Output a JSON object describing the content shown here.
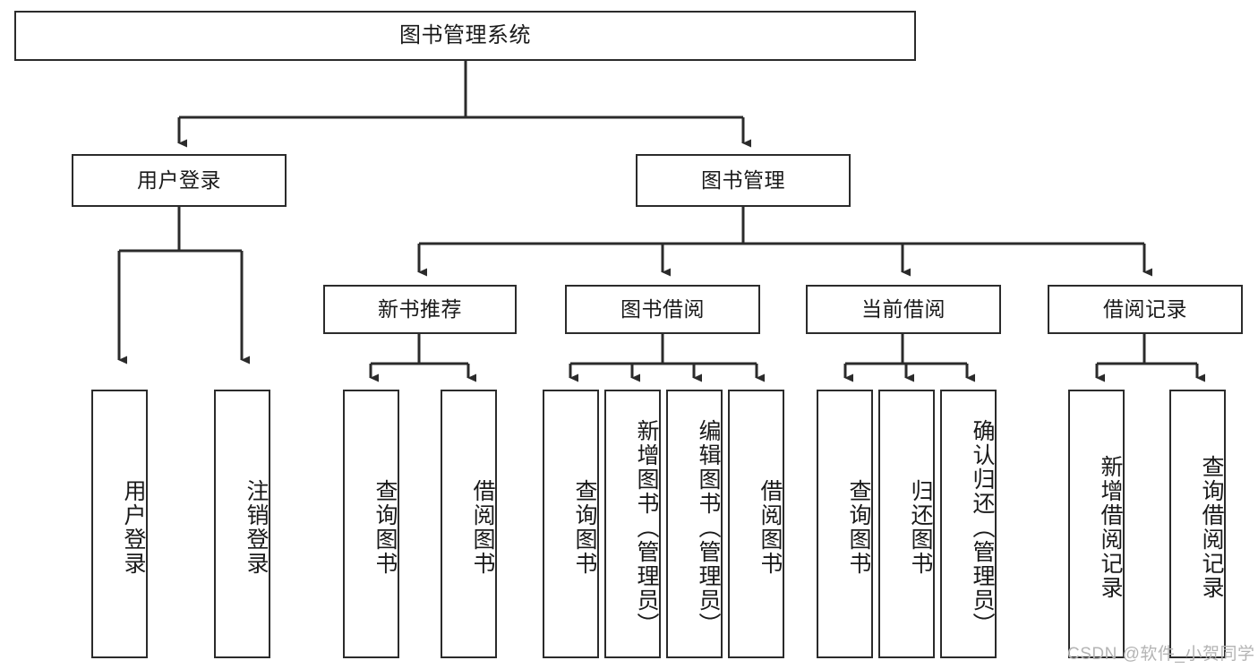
{
  "diagram": {
    "title": "图书管理系统",
    "type": "tree-hierarchy",
    "orientation": "top-down"
  },
  "root": {
    "label": "图书管理系统"
  },
  "level2": {
    "user_login": {
      "label": "用户登录"
    },
    "book_manage": {
      "label": "图书管理"
    }
  },
  "level3": {
    "new_book": {
      "label": "新书推荐"
    },
    "book_borrow": {
      "label": "图书借阅"
    },
    "current_borrow": {
      "label": "当前借阅"
    },
    "borrow_record": {
      "label": "借阅记录"
    }
  },
  "leaves": {
    "user_login": [
      {
        "label": "用户登录"
      },
      {
        "label": "注销登录"
      }
    ],
    "new_book": [
      {
        "label": "查询图书"
      },
      {
        "label": "借阅图书"
      }
    ],
    "book_borrow": [
      {
        "label": "查询图书"
      },
      {
        "label": "新增图书（管理员）"
      },
      {
        "label": "编辑图书（管理员）"
      },
      {
        "label": "借阅图书"
      }
    ],
    "current_borrow": [
      {
        "label": "查询图书"
      },
      {
        "label": "归还图书"
      },
      {
        "label": "确认归还（管理员）"
      }
    ],
    "borrow_record": [
      {
        "label": "新增借阅记录"
      },
      {
        "label": "查询借阅记录"
      }
    ]
  },
  "watermark": {
    "text": "CSDN @软件_小贺同学"
  },
  "colors": {
    "stroke": "#2b2b2b",
    "fill": "#ffffff",
    "text": "#1a1a1a",
    "watermark": "#b4b4b4"
  }
}
